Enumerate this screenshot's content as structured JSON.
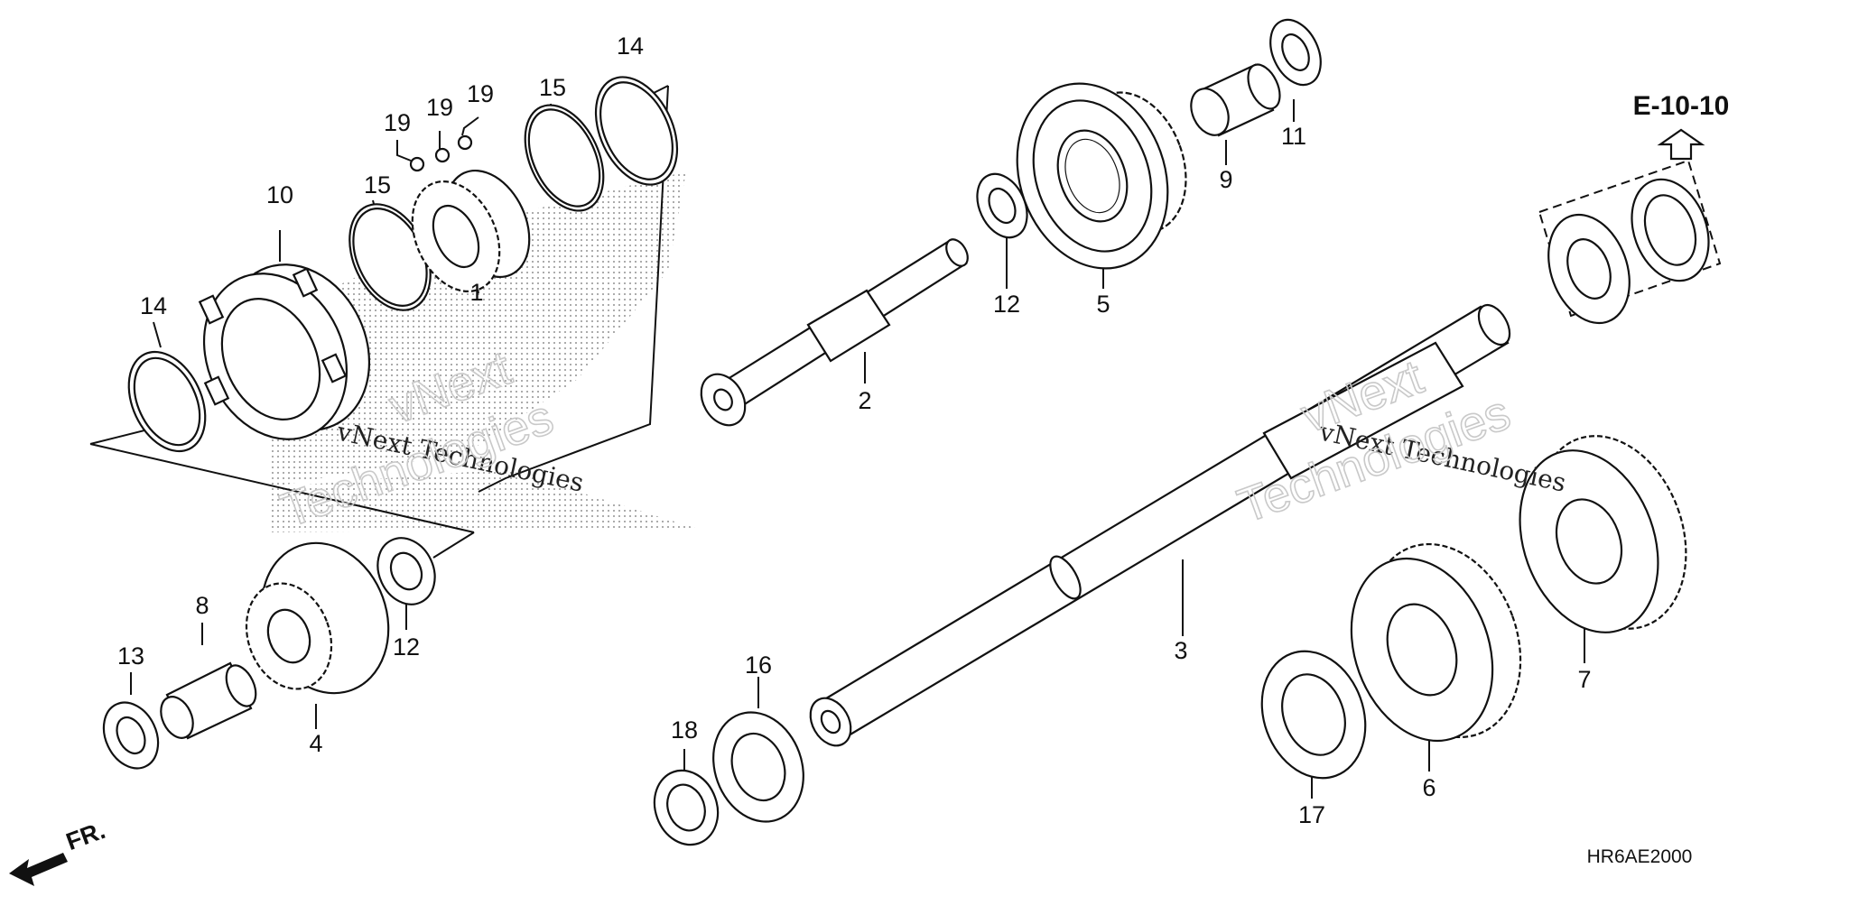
{
  "diagram": {
    "callouts": [
      "1",
      "2",
      "3",
      "4",
      "5",
      "6",
      "7",
      "8",
      "9",
      "10",
      "11",
      "12",
      "12",
      "13",
      "14",
      "14",
      "15",
      "15",
      "16",
      "17",
      "18",
      "19",
      "19",
      "19"
    ],
    "reference": "E-10-10",
    "front_marker": "FR.",
    "drawing_code": "HR6AE2000",
    "watermark": {
      "line1": "vNext Technologies",
      "outline_top": "vNext",
      "outline_bottom": "Technologies"
    }
  }
}
